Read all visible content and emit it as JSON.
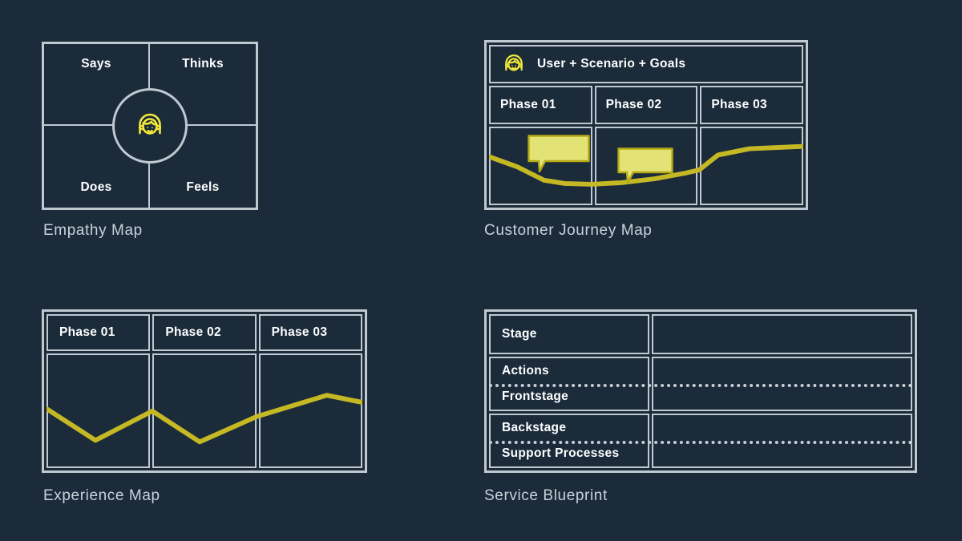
{
  "theme": {
    "background": "#1b2b3a",
    "border": "#c0c8d0",
    "accent_yellow": "#d4c828",
    "bubble_fill": "#e3e375",
    "bubble_border": "#b5a914",
    "label_white": "#ffffff",
    "caption_gray": "#c9d2da",
    "icon_yellow": "#f2e839"
  },
  "empathy_map": {
    "caption": "Empathy Map",
    "center_icon": "user-avatar-icon",
    "quadrants": [
      {
        "id": "says",
        "label": "Says"
      },
      {
        "id": "thinks",
        "label": "Thinks"
      },
      {
        "id": "does",
        "label": "Does"
      },
      {
        "id": "feels",
        "label": "Feels"
      }
    ]
  },
  "journey_map": {
    "caption": "Customer Journey Map",
    "header_icon": "user-avatar-icon",
    "header_title": "User + Scenario + Goals",
    "phases": [
      "Phase 01",
      "Phase 02",
      "Phase 03"
    ],
    "bubbles": [
      {
        "id": "bubble-phase-01",
        "text": ""
      },
      {
        "id": "bubble-phase-02",
        "text": ""
      }
    ],
    "chart_data": {
      "type": "line",
      "title": "Customer Journey Map",
      "xlabel": "",
      "ylabel": "",
      "categories": [
        "Phase 01",
        "Phase 02",
        "Phase 03"
      ],
      "x": [
        0,
        20,
        34,
        42,
        62,
        72,
        86,
        100
      ],
      "values": [
        40,
        60,
        78,
        79,
        81,
        68,
        33,
        28
      ],
      "ylim": [
        0,
        100
      ],
      "grid": false,
      "legend": null,
      "note": "emotion curve: dips through Phase 01, flattens in Phase 02, rises through Phase 03"
    }
  },
  "experience_map": {
    "caption": "Experience Map",
    "phases": [
      "Phase 01",
      "Phase 02",
      "Phase 03"
    ],
    "chart_data": {
      "type": "line",
      "title": "Experience Map",
      "xlabel": "",
      "ylabel": "",
      "categories": [
        "Phase 01",
        "Phase 02",
        "Phase 03"
      ],
      "x": [
        0,
        15,
        33,
        48,
        66,
        88,
        100
      ],
      "values": [
        45,
        72,
        45,
        70,
        53,
        35,
        40
      ],
      "ylim": [
        0,
        100
      ],
      "grid": false,
      "legend": null,
      "note": "zig-zag experience curve peaking at end of Phase 03"
    }
  },
  "service_blueprint": {
    "caption": "Service Blueprint",
    "rows": [
      {
        "id": "stage",
        "labels": [
          "Stage"
        ],
        "divider": false
      },
      {
        "id": "actions-frontstage",
        "labels": [
          "Actions",
          "Frontstage"
        ],
        "divider": true
      },
      {
        "id": "backstage-support",
        "labels": [
          "Backstage",
          "Support Processes"
        ],
        "divider": true
      }
    ]
  }
}
